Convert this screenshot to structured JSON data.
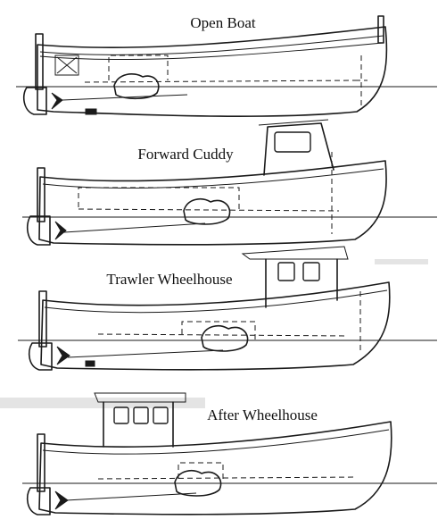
{
  "figure": {
    "boats": [
      {
        "label": "Open Boat"
      },
      {
        "label": "Forward Cuddy"
      },
      {
        "label": "Trawler Wheelhouse"
      },
      {
        "label": "After Wheelhouse"
      }
    ]
  },
  "colors": {
    "ink": "#1a1a1a",
    "paper": "#ffffff"
  },
  "icons": [
    "propeller-icon",
    "rudder-icon",
    "engine-icon"
  ]
}
